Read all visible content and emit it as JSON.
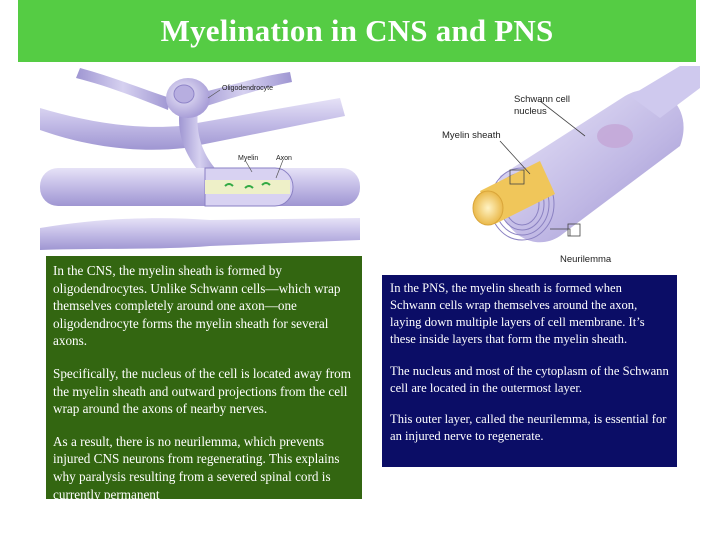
{
  "slide": {
    "title": "Myelination in CNS and PNS"
  },
  "figure_cns": {
    "labels": {
      "oligodendrocyte": "Oligodendrocyte",
      "myelin": "Myelin",
      "axon": "Axon"
    }
  },
  "figure_pns": {
    "labels": {
      "schwann_line1": "Schwann cell",
      "schwann_line2": "nucleus",
      "myelin_sheath": "Myelin sheath",
      "neurilemma": "Neurilemma"
    }
  },
  "cns_box": {
    "paragraphs": [
      "In the CNS, the myelin sheath is formed by oligodendrocytes. Unlike Schwann cells—which wrap themselves completely around one axon—one oligodendrocyte forms the myelin sheath for several axons.",
      "Specifically, the nucleus of the cell is located away from the myelin sheath and outward projections from the cell wrap around the axons of nearby nerves.",
      "As a result, there is no neurilemma, which prevents injured CNS neurons from regenerating. This explains why paralysis resulting from a severed spinal cord is currently permanent"
    ]
  },
  "pns_box": {
    "paragraphs": [
      "In the PNS, the myelin sheath is formed when Schwann cells wrap themselves around the axon, laying down multiple layers of cell membrane. It’s these inside layers that form the myelin sheath.",
      "The nucleus and most of the cytoplasm of the Schwann cell are located in the outermost layer.",
      "This outer layer, called the neurilemma, is essential for an injured nerve to regenerate."
    ]
  },
  "colors": {
    "title_bar": "#55cc44",
    "cns_box": "#336611",
    "pns_box": "#0b0d66",
    "membrane": "#c9c3e8",
    "axon_core": "#f3d27a"
  }
}
